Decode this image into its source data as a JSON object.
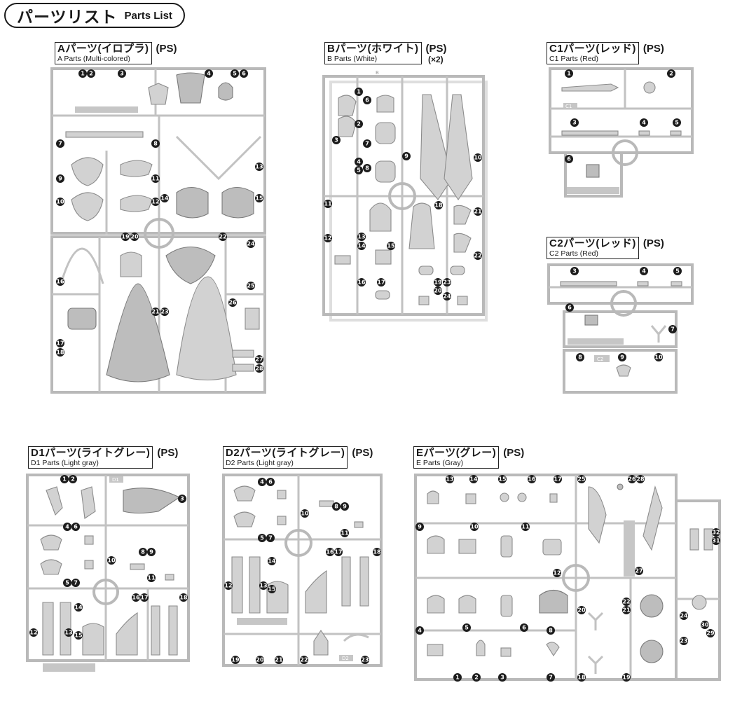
{
  "header": {
    "title_jp": "パーツリスト",
    "title_en": "Parts List"
  },
  "runners": {
    "A": {
      "name_jp": "Aパーツ(イロプラ)",
      "name_en": "A Parts (Multi-colored)",
      "material": "(PS)"
    },
    "B": {
      "name_jp": "Bパーツ(ホワイト)",
      "name_en": "B Parts (White)",
      "material": "(PS)",
      "multiplier": "(×2)"
    },
    "C1": {
      "name_jp": "C1パーツ(レッド)",
      "name_en": "C1 Parts (Red)",
      "material": "(PS)"
    },
    "C2": {
      "name_jp": "C2パーツ(レッド)",
      "name_en": "C2 Parts (Red)",
      "material": "(PS)"
    },
    "D1": {
      "name_jp": "D1パーツ(ライトグレー)",
      "name_en": "D1 Parts (Light gray)",
      "material": "(PS)"
    },
    "D2": {
      "name_jp": "D2パーツ(ライトグレー)",
      "name_en": "D2 Parts (Light gray)",
      "material": "(PS)"
    },
    "E": {
      "name_jp": "Eパーツ(グレー)",
      "name_en": "E Parts (Gray)",
      "material": "(PS)"
    }
  },
  "runner_tags": {
    "B": "B",
    "C1": "C1",
    "C2": "C2",
    "D1": "D1",
    "D2": "D2"
  },
  "part_numbers": {
    "A": [
      "1",
      "2",
      "3",
      "4",
      "5",
      "6",
      "7",
      "8",
      "9",
      "10",
      "11",
      "12",
      "13",
      "14",
      "15",
      "16",
      "17",
      "18",
      "19",
      "20",
      "21",
      "22",
      "23",
      "24",
      "25",
      "26",
      "27",
      "28"
    ],
    "B": [
      "1",
      "2",
      "3",
      "4",
      "5",
      "6",
      "7",
      "8",
      "9",
      "10",
      "11",
      "12",
      "13",
      "14",
      "15",
      "16",
      "17",
      "18",
      "19",
      "20",
      "21",
      "22",
      "23",
      "24"
    ],
    "C1": [
      "1",
      "2",
      "3",
      "4",
      "5",
      "6"
    ],
    "C2": [
      "3",
      "4",
      "5",
      "6",
      "7",
      "8",
      "9",
      "10"
    ],
    "D1": [
      "1",
      "2",
      "3",
      "4",
      "5",
      "6",
      "7",
      "8",
      "9",
      "10",
      "11",
      "12",
      "13",
      "14",
      "15",
      "16",
      "17",
      "18"
    ],
    "D2": [
      "4",
      "5",
      "6",
      "7",
      "8",
      "9",
      "10",
      "11",
      "12",
      "13",
      "14",
      "15",
      "16",
      "17",
      "18",
      "19",
      "20",
      "21",
      "22",
      "23"
    ],
    "E": [
      "1",
      "2",
      "3",
      "4",
      "5",
      "6",
      "7",
      "8",
      "9",
      "10",
      "11",
      "12",
      "13",
      "14",
      "15",
      "16",
      "17",
      "18",
      "19",
      "20",
      "21",
      "22",
      "23",
      "24",
      "25",
      "26",
      "27",
      "28",
      "29",
      "30",
      "31",
      "32"
    ]
  }
}
